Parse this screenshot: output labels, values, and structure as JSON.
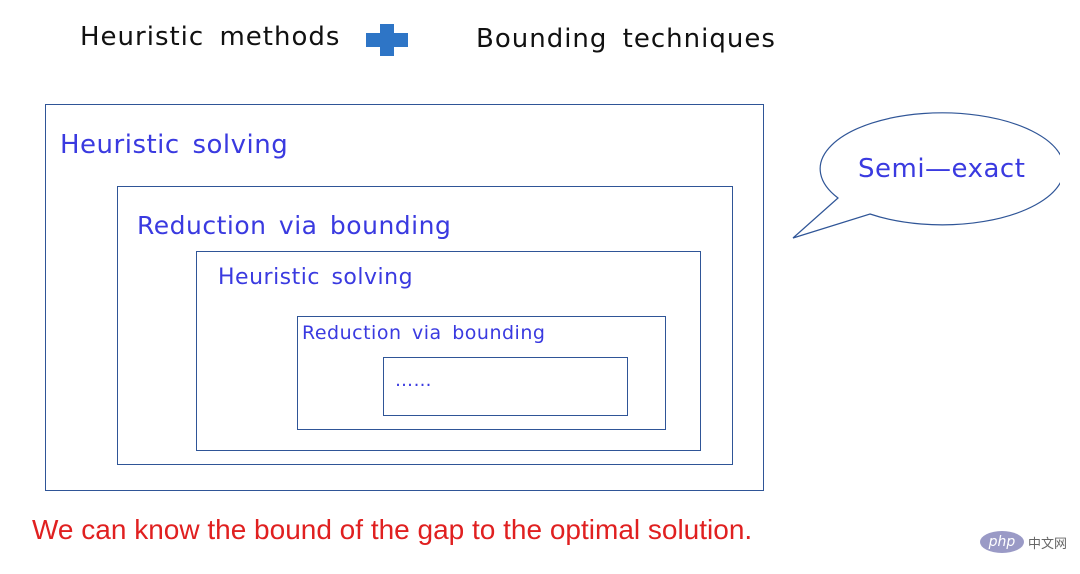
{
  "header": {
    "left": "Heuristic methods",
    "right": "Bounding techniques",
    "plus_color": "#2e75c6"
  },
  "boxes": [
    {
      "label": "Heuristic solving"
    },
    {
      "label": "Reduction via bounding"
    },
    {
      "label": "Heuristic solving"
    },
    {
      "label": "Reduction via bounding"
    },
    {
      "label": "……"
    }
  ],
  "callout": {
    "text": "Semi—exact"
  },
  "conclusion": "We can know the bound of the gap to the optimal solution.",
  "logo": {
    "brand": "php",
    "suffix": "中文网"
  },
  "colors": {
    "border": "#2f5597",
    "label": "#3a3ae0",
    "conclusion": "#e02020"
  }
}
